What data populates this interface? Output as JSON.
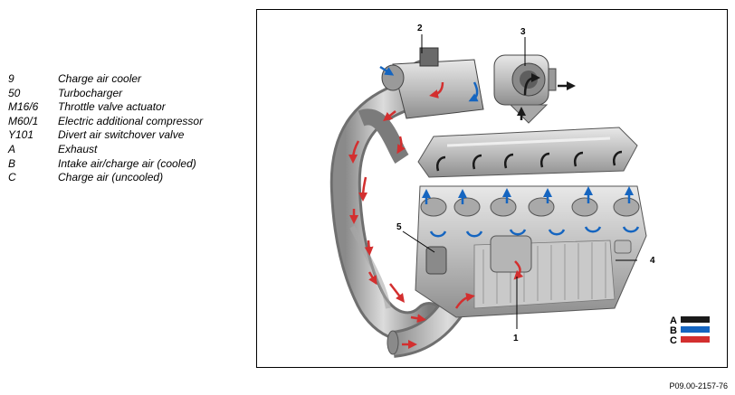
{
  "legend": [
    {
      "code": "9",
      "text": "Charge air cooler"
    },
    {
      "code": "50",
      "text": "Turbocharger"
    },
    {
      "code": "M16/6",
      "text": "Throttle valve actuator"
    },
    {
      "code": "M60/1",
      "text": "Electric additional compressor"
    },
    {
      "code": "Y101",
      "text": "Divert air switchover valve"
    },
    {
      "code": "A",
      "text": "Exhaust"
    },
    {
      "code": "B",
      "text": "Intake air/charge air (cooled)"
    },
    {
      "code": "C",
      "text": "Charge air (uncooled)"
    }
  ],
  "callouts": {
    "c1": "1",
    "c2": "2",
    "c3": "3",
    "c4": "4",
    "c5": "5"
  },
  "flow_key": [
    {
      "letter": "A",
      "color": "#1a1a1a"
    },
    {
      "letter": "B",
      "color": "#1565c0"
    },
    {
      "letter": "C",
      "color": "#d32f2f"
    }
  ],
  "colors": {
    "exhaust": "#1a1a1a",
    "cooled": "#1565c0",
    "uncooled": "#d32f2f"
  },
  "reference_id": "P09.00-2157-76"
}
